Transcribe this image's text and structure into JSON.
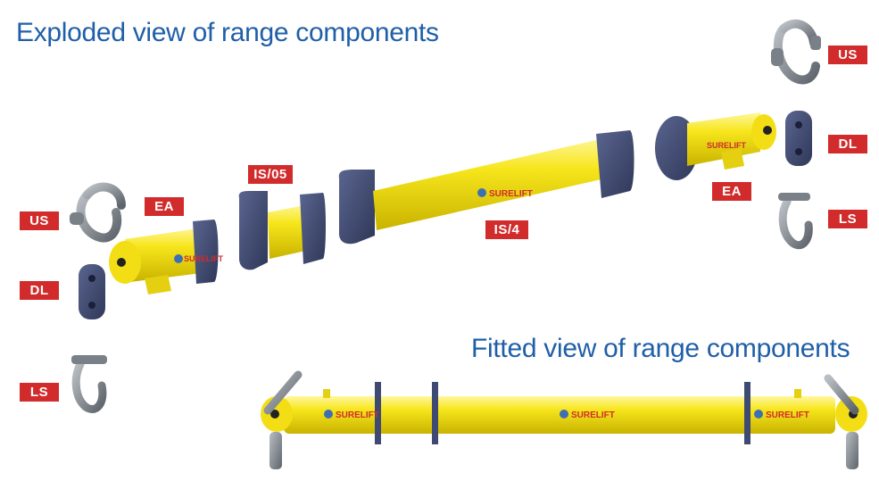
{
  "titles": {
    "exploded": "Exploded view of range components",
    "fitted": "Fitted view of range components"
  },
  "labels": {
    "us_right": "US",
    "dl_right": "DL",
    "ls_right": "LS",
    "ea_right": "EA",
    "is4": "IS/4",
    "is05": "IS/05",
    "ea_left": "EA",
    "us_left": "US",
    "dl_left": "DL",
    "ls_left": "LS"
  },
  "brand": {
    "name": "SURELIFT",
    "sur": "SUR",
    "elift": "ELIFT"
  },
  "colors": {
    "title": "#1f5fa8",
    "tag": "#d12b2b",
    "yellow": "#f7e61c",
    "yellow_shade": "#d9c400",
    "plate": "#3f4a73",
    "steel": "#8c9197"
  }
}
